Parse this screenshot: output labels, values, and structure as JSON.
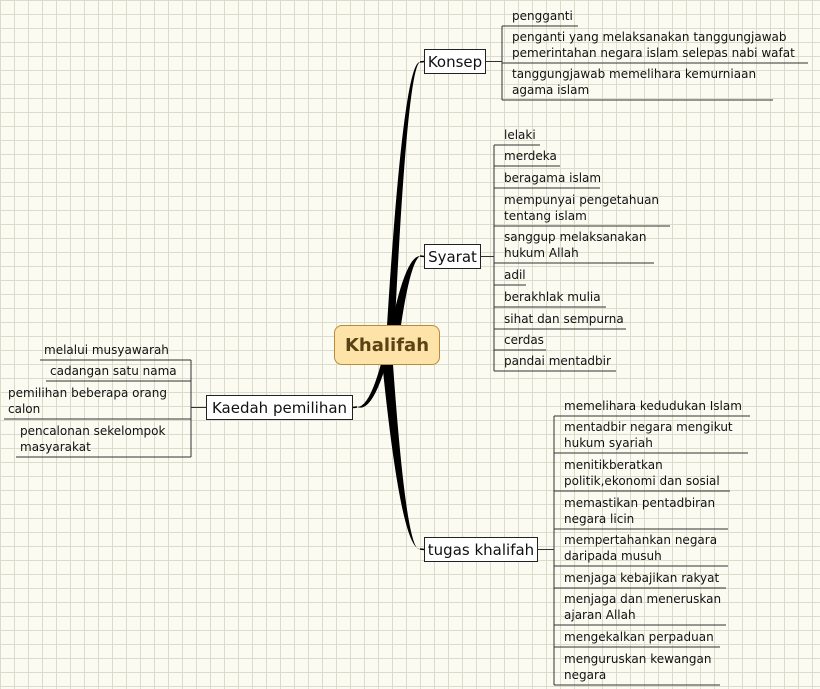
{
  "central": "Khalifah",
  "branches": [
    {
      "label": "Konsep",
      "items": [
        "pengganti",
        "penganti yang melaksanakan tanggungjawab\npemerintahan negara islam selepas nabi wafat",
        "tanggungjawab memelihara kemurniaan\nagama islam"
      ]
    },
    {
      "label": "Syarat",
      "items": [
        "lelaki",
        "merdeka",
        "beragama islam",
        "mempunyai pengetahuan\ntentang islam",
        "sanggup melaksanakan\nhukum Allah",
        "adil",
        "berakhlak mulia",
        "sihat dan sempurna",
        "cerdas",
        "pandai mentadbir"
      ]
    },
    {
      "label": "tugas khalifah",
      "items": [
        "memelihara kedudukan Islam",
        "mentadbir negara mengikut\nhukum syariah",
        "menitikberatkan\npolitik,ekonomi dan sosial",
        "memastikan pentadbiran\nnegara licin",
        "mempertahankan negara\ndaripada musuh",
        "menjaga kebajikan rakyat",
        "menjaga dan meneruskan\najaran Allah",
        "mengekalkan perpaduan",
        "menguruskan kewangan\nnegara"
      ]
    },
    {
      "label": "Kaedah pemilihan",
      "items": [
        "melalui musyawarah",
        "cadangan satu nama",
        "pemilihan beberapa orang\ncalon",
        "pencalonan sekelompok\nmasyarakat"
      ]
    }
  ]
}
